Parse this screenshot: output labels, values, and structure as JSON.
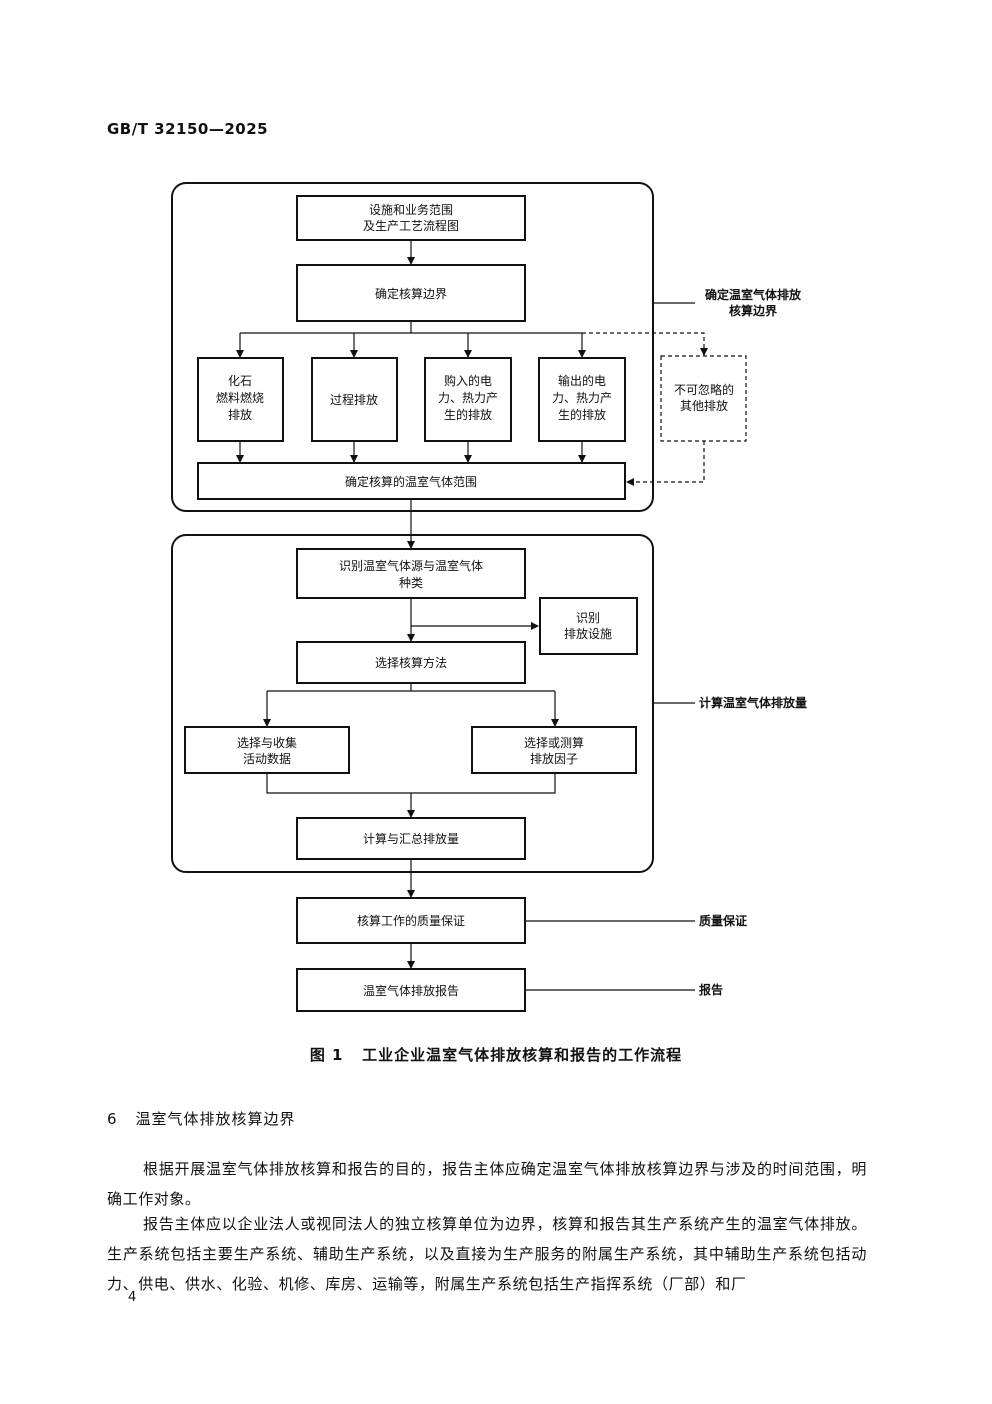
{
  "header": {
    "doc_id": "GB/T 32150—2025"
  },
  "flowchart": {
    "side_labels": {
      "boundary": [
        "确定温室气体排放",
        "核算边界"
      ],
      "calculate": "计算温室气体排放量",
      "qa": "质量保证",
      "report": "报告"
    },
    "boxes": {
      "facilities": [
        "设施和业务范围",
        "及生产工艺流程图"
      ],
      "determine_boundary": "确定核算边界",
      "fossil": [
        "化石",
        "燃料燃烧",
        "排放"
      ],
      "process": "过程排放",
      "purchased": [
        "购入的电",
        "力、热力产",
        "生的排放"
      ],
      "output": [
        "输出的电",
        "力、热力产",
        "生的排放"
      ],
      "other": [
        "不可忽略的",
        "其他排放"
      ],
      "ghg_scope": "确定核算的温室气体范围",
      "identify_sources": [
        "识别温室气体源与温室气体",
        "种类"
      ],
      "identify_facilities": [
        "识别",
        "排放设施"
      ],
      "select_method": "选择核算方法",
      "activity_data": [
        "选择与收集",
        "活动数据"
      ],
      "emission_factor": [
        "选择或测算",
        "排放因子"
      ],
      "calc_summary": "计算与汇总排放量",
      "quality": "核算工作的质量保证",
      "ghg_report": "温室气体排放报告"
    }
  },
  "caption": {
    "label": "图 1",
    "text": "工业企业温室气体排放核算和报告的工作流程"
  },
  "section": {
    "number": "6",
    "title": "温室气体排放核算边界",
    "paragraph1": "根据开展温室气体排放核算和报告的目的，报告主体应确定温室气体排放核算边界与涉及的时间范围，明确工作对象。",
    "paragraph2": "报告主体应以企业法人或视同法人的独立核算单位为边界，核算和报告其生产系统产生的温室气体排放。生产系统包括主要生产系统、辅助生产系统，以及直接为生产服务的附属生产系统，其中辅助生产系统包括动力、供电、供水、化验、机修、库房、运输等，附属生产系统包括生产指挥系统（厂部）和厂"
  },
  "page_number": "4"
}
